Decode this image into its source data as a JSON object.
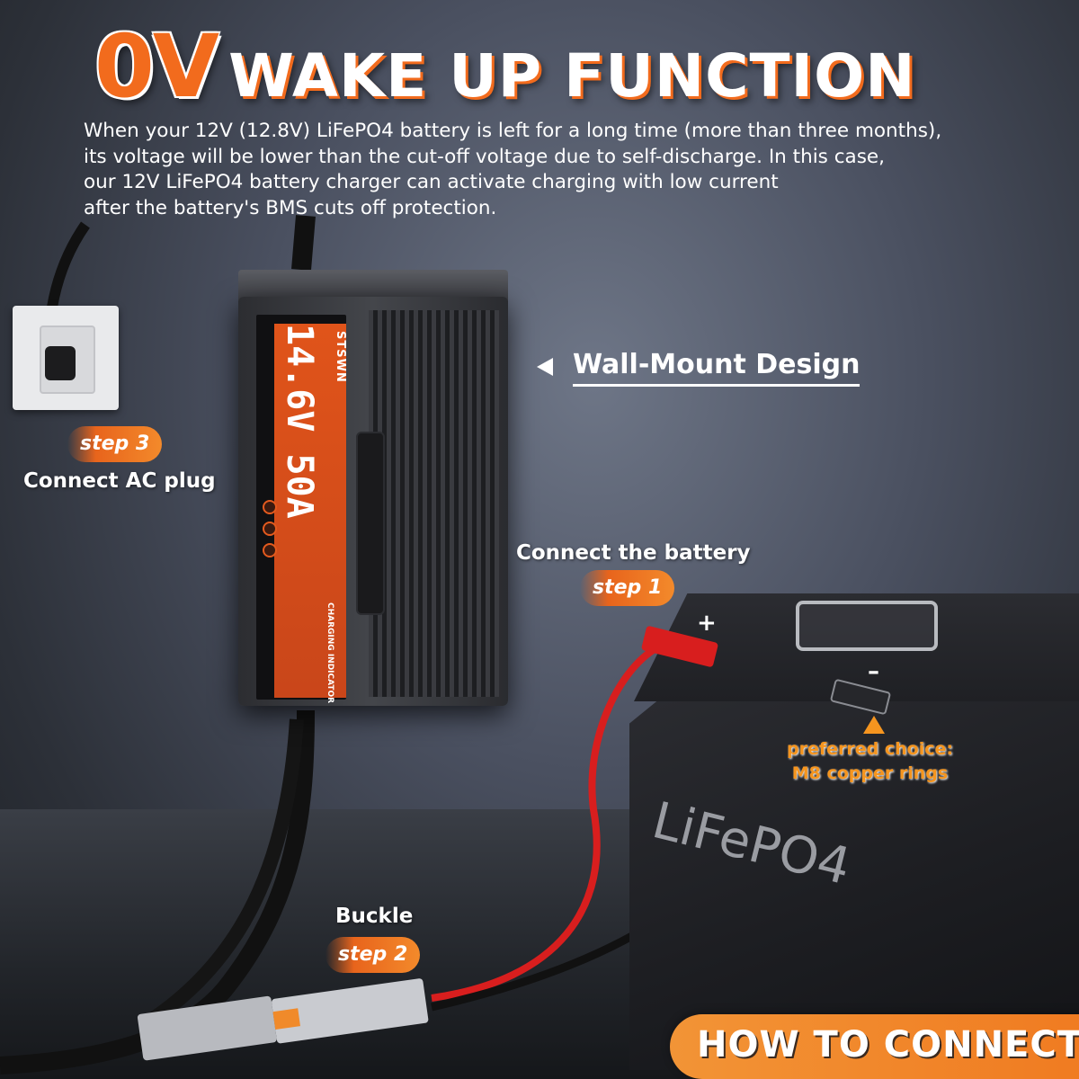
{
  "headline": {
    "accent": "0V",
    "rest": "WAKE UP FUNCTION"
  },
  "description": {
    "lines": [
      "When your 12V (12.8V) LiFePO4 battery is left for a long time (more than three months),",
      "its voltage will be lower than the cut-off voltage due to self-discharge. In this case,",
      "our 12V LiFePO4 battery charger can activate charging with low current",
      "after the battery's BMS cuts off protection."
    ]
  },
  "charger": {
    "rating": "14.6V 50A",
    "brand": "STSWN",
    "indicator_title": "CHARGING INDICATOR"
  },
  "wall_mount": {
    "label": "Wall-Mount Design"
  },
  "steps": [
    {
      "badge": "step 1",
      "caption": "Connect the battery"
    },
    {
      "badge": "step 2",
      "caption": "Buckle"
    },
    {
      "badge": "step 3",
      "caption": "Connect AC plug"
    }
  ],
  "battery": {
    "label": "LiFePO4",
    "positive": "+",
    "negative": "–"
  },
  "preferred": {
    "line1": "preferred choice:",
    "line2": "M8 copper rings"
  },
  "banner": {
    "text": "HOW TO CONNECT"
  },
  "colors": {
    "accent": "#f26b1d",
    "accent_light": "#f5951f",
    "cable_red": "#d81e1e"
  }
}
